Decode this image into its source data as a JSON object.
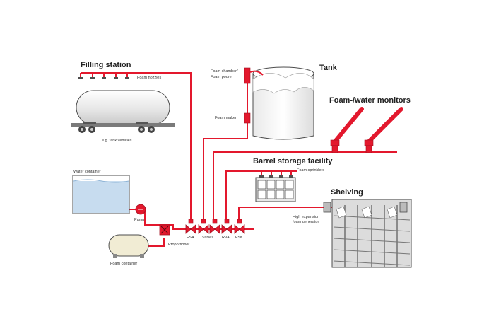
{
  "labels": {
    "filling_station": "Filling station",
    "foam_nozzles": "Foam nozzles",
    "tank_vehicles": "e.g. tank vehicles",
    "foam_chamber": "Foam chamber/",
    "foam_pourer": "Foam pourer",
    "tank": "Tank",
    "foam_maker": "Foam maker",
    "monitors": "Foam-/water monitors",
    "barrel_storage": "Barrel storage facility",
    "foam_sprinklers": "Foam sprinklers",
    "water_container": "Water container",
    "pump": "Pump",
    "shelving": "Shelving",
    "high_expansion_1": "High expansion",
    "high_expansion_2": "foam generator",
    "proportioner": "Proportioner",
    "foam_container": "Foam container",
    "valve_fsa": "FSA",
    "valve_valves": "Valves",
    "valve_rva": "RVA",
    "valve_fsk": "FSK"
  },
  "colors": {
    "pipe": "#e3182d",
    "outline": "#4d4d4d",
    "water": "#c7dcef",
    "foam_tank": "#f1ecd4",
    "tank_fill": "#f2f2f2"
  }
}
